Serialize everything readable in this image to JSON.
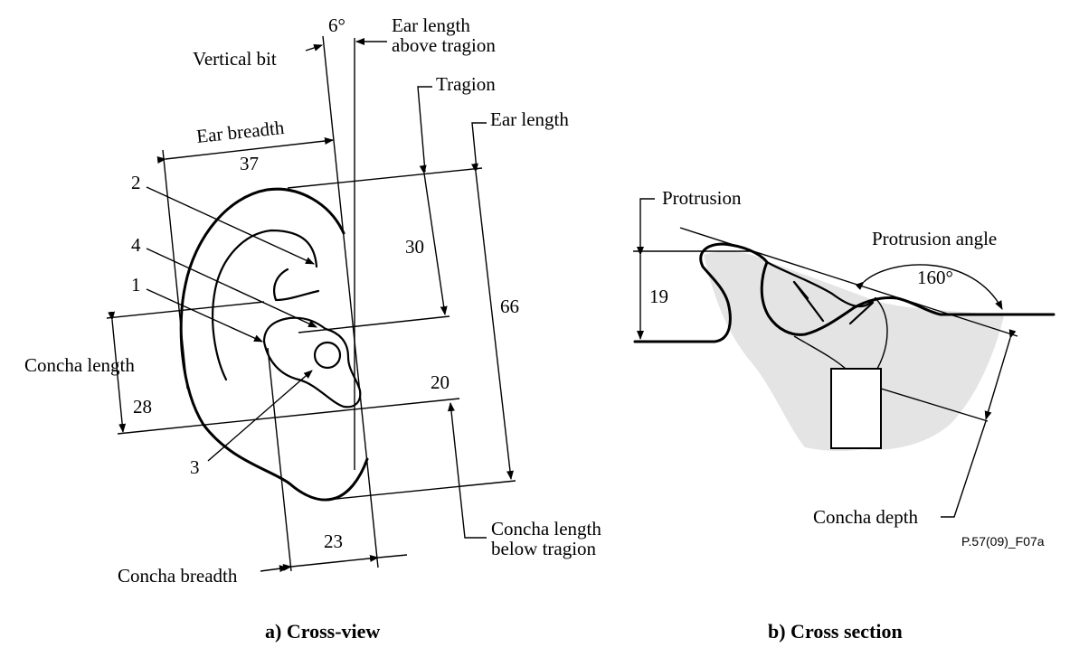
{
  "labels": {
    "angle_6": "6°",
    "vertical_bit": "Vertical bit",
    "ear_length_above_tragion_1": "Ear length",
    "ear_length_above_tragion_2": "above tragion",
    "tragion": "Tragion",
    "ear_length": "Ear length",
    "ear_breadth": "Ear breadth",
    "concha_length": "Concha length",
    "concha_length_below_tragion_1": "Concha length",
    "concha_length_below_tragion_2": "below tragion",
    "concha_breadth": "Concha breadth",
    "protrusion": "Protrusion",
    "protrusion_angle": "Protrusion angle",
    "concha_depth": "Concha depth"
  },
  "values": {
    "ear_breadth": "37",
    "ear_length_above_tragion": "30",
    "ear_length": "66",
    "concha_length": "28",
    "concha_length_below_tragion": "20",
    "concha_breadth": "23",
    "protrusion": "19",
    "protrusion_angle": "160°"
  },
  "markers": [
    "2",
    "4",
    "1",
    "3"
  ],
  "captions": {
    "cross_view": "a) Cross-view",
    "cross_section": "b) Cross section"
  },
  "reference": "P.57(09)_F07a"
}
